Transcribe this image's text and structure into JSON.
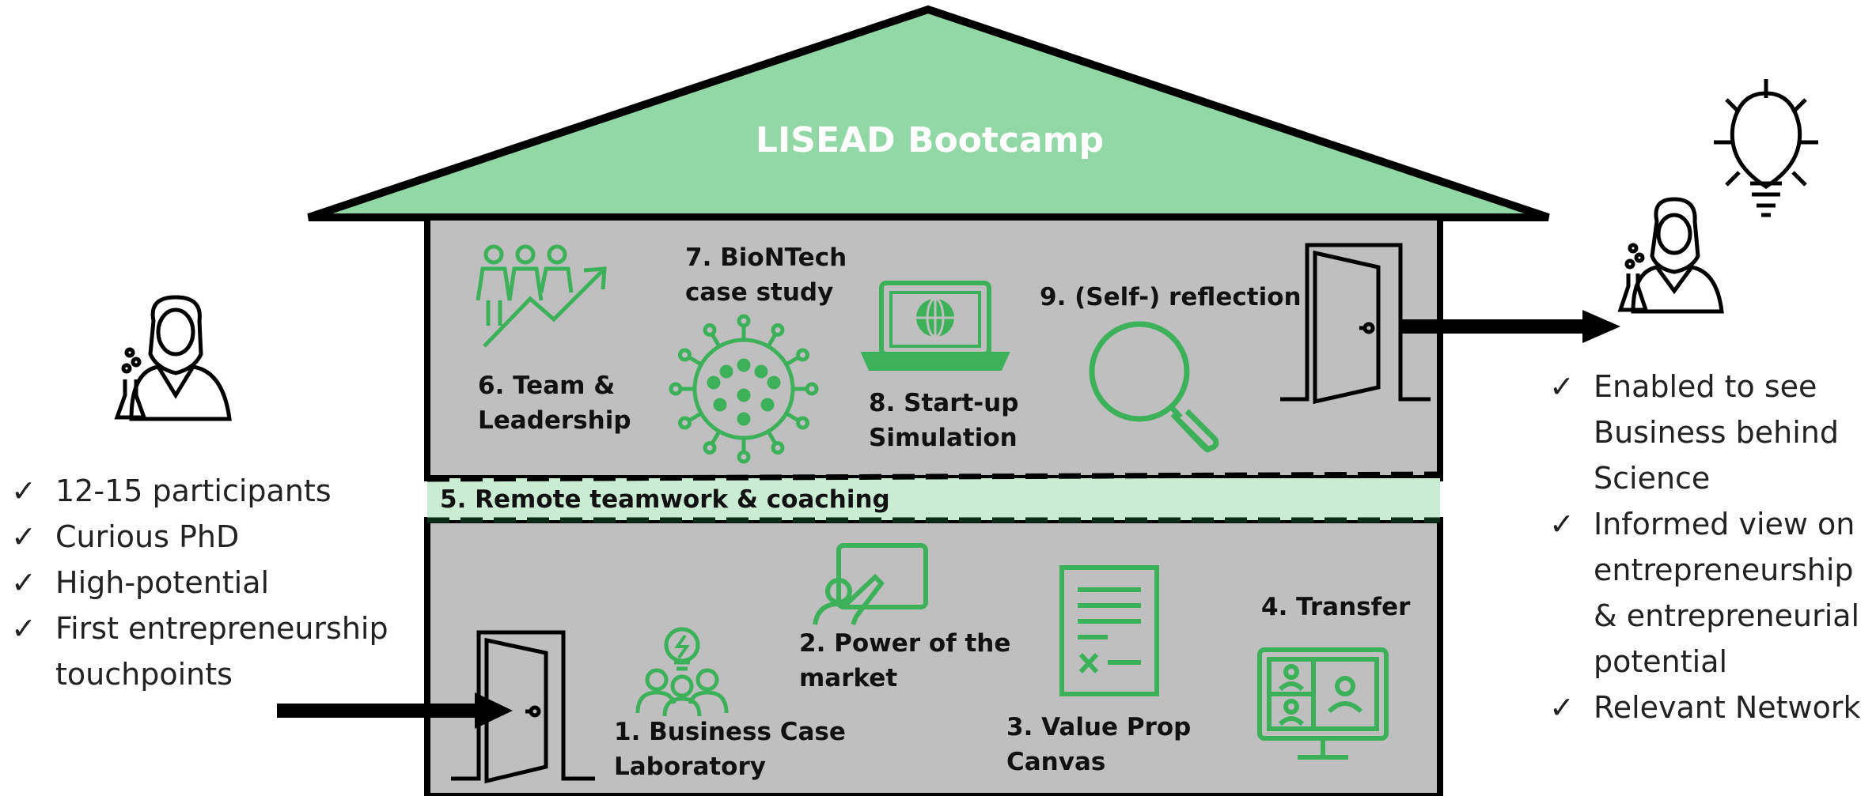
{
  "title": "LISEAD Bootcamp",
  "band": "5. Remote teamwork & coaching",
  "modules": {
    "m1": "1. Business Case\nLaboratory",
    "m2": "2. Power of the\nmarket",
    "m3": "3. Value Prop\nCanvas",
    "m4": "4. Transfer",
    "m6": "6. Team &\nLeadership",
    "m7": "7. BioNTech\ncase study",
    "m8": "8. Start-up\nSimulation",
    "m9": "9. (Self-) reflection"
  },
  "left_list": [
    "12-15 participants",
    "Curious PhD",
    "High-potential",
    "First entrepreneurship\ntouchpoints"
  ],
  "right_list": [
    "Enabled to see\nBusiness behind\nScience",
    "Informed view on\nentrepreneurship\n& entrepreneurial\npotential",
    "Relevant Network"
  ],
  "check_symbol": "✓",
  "colors": {
    "roof": "#92d8a6",
    "house": "#bfbfbf",
    "band": "#c9ecd3",
    "icon": "#3cb15a"
  },
  "icons": [
    "team-growth-icon",
    "virus-icon",
    "laptop-globe-icon",
    "magnifier-icon",
    "door-icon",
    "lightbulb-icon",
    "scientist-icon",
    "teacher-board-icon",
    "checklist-document-icon",
    "video-conference-icon",
    "idea-team-icon"
  ]
}
